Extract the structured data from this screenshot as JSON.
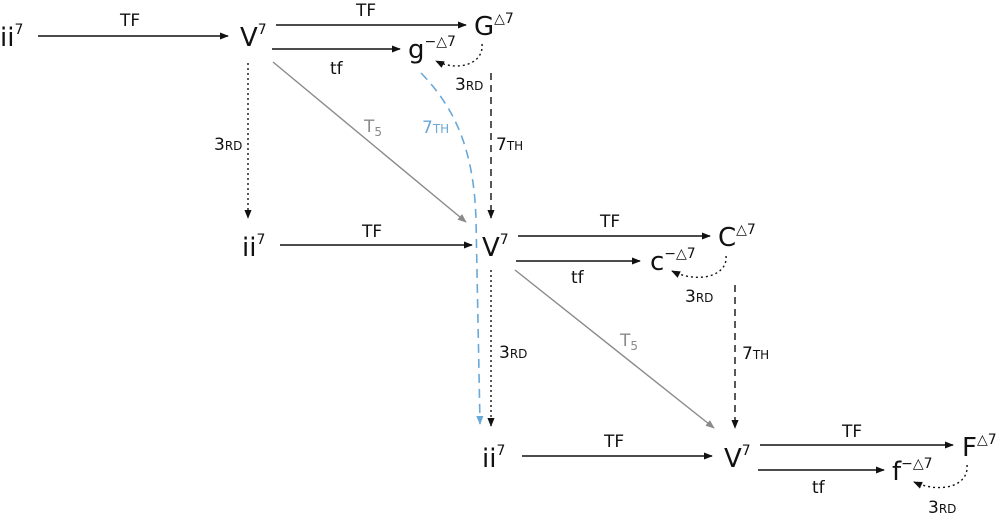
{
  "nodes": {
    "ii_top": {
      "base": "ii",
      "sup": "7"
    },
    "V_top": {
      "base": "V",
      "sup": "7"
    },
    "G_top": {
      "base": "G",
      "sup": "△7"
    },
    "g_top": {
      "base": "g",
      "sup": "−△7"
    },
    "ii_mid": {
      "base": "ii",
      "sup": "7"
    },
    "V_mid": {
      "base": "V",
      "sup": "7"
    },
    "C_mid": {
      "base": "C",
      "sup": "△7"
    },
    "c_mid": {
      "base": "c",
      "sup": "−△7"
    },
    "ii_bot": {
      "base": "ii",
      "sup": "7"
    },
    "V_bot": {
      "base": "V",
      "sup": "7"
    },
    "F_bot": {
      "base": "F",
      "sup": "△7"
    },
    "f_bot": {
      "base": "f",
      "sup": "−△7"
    }
  },
  "labels": {
    "TF": "TF",
    "tf": "tf",
    "T": "T",
    "T_sub": "5",
    "third_num": "3",
    "third_txt": "RD",
    "seventh_num": "7",
    "seventh_txt": "TH"
  },
  "colors": {
    "ink": "#111111",
    "gray": "#8a8a8a",
    "blue": "#6aa8d8"
  }
}
